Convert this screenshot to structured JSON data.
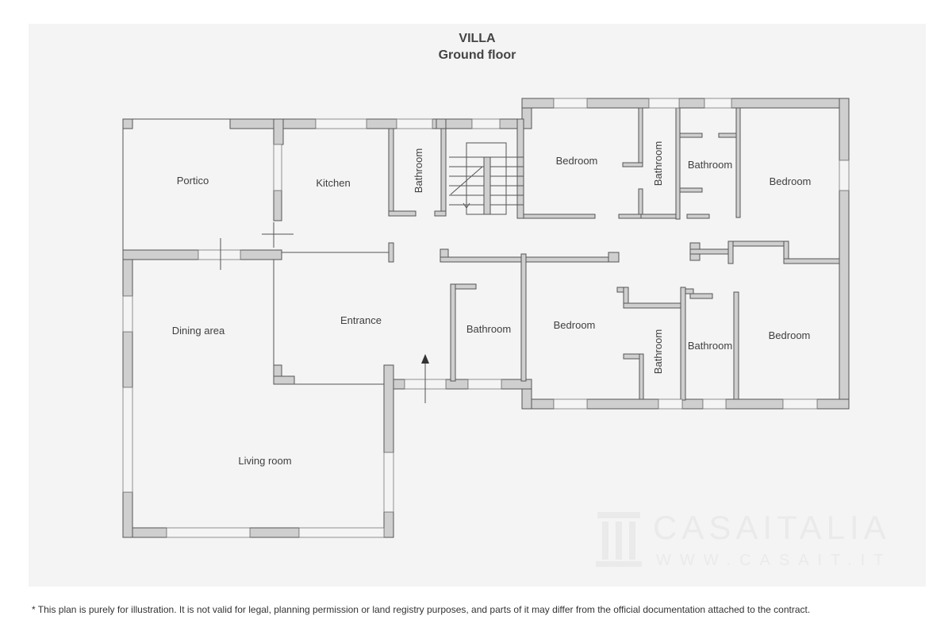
{
  "title": {
    "line1": "VILLA",
    "line2": "Ground floor"
  },
  "rooms": {
    "portico": "Portico",
    "kitchen": "Kitchen",
    "bathroom_stair": "Bathroom",
    "bedroom_top1": "Bedroom",
    "bathroom_top_vert": "Bathroom",
    "bathroom_top": "Bathroom",
    "bedroom_top2": "Bedroom",
    "dining": "Dining area",
    "entrance": "Entrance",
    "bathroom_mid": "Bathroom",
    "bedroom_bot1": "Bedroom",
    "bathroom_bot_vert": "Bathroom",
    "bathroom_bot": "Bathroom",
    "bedroom_bot2": "Bedroom",
    "living": "Living room"
  },
  "watermark": {
    "name": "CASAITALIA",
    "url": "WWW.CASAIT.IT"
  },
  "disclaimer": "* This plan is purely for illustration. It is not valid for legal, planning permission or land registry purposes, and parts of it may differ from the official documentation attached to the contract.",
  "colors": {
    "wall_fill": "#cfcfcf",
    "wall_stroke": "#555555",
    "background": "#f4f4f4"
  }
}
